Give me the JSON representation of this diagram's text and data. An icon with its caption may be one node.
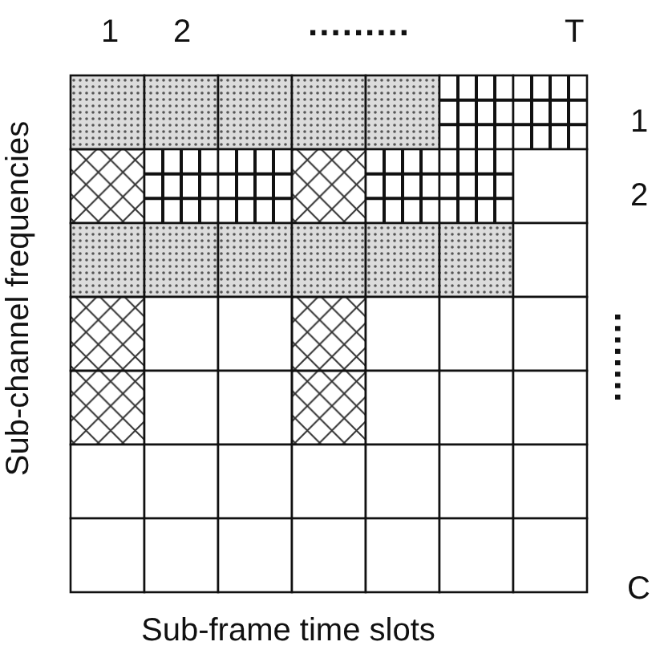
{
  "diagram": {
    "labels": [
      "1",
      "2",
      ".........",
      "T",
      "Sub-channel frequencies",
      "1",
      "2",
      "........",
      "C",
      "Sub-frame time slots"
    ]
  }
}
